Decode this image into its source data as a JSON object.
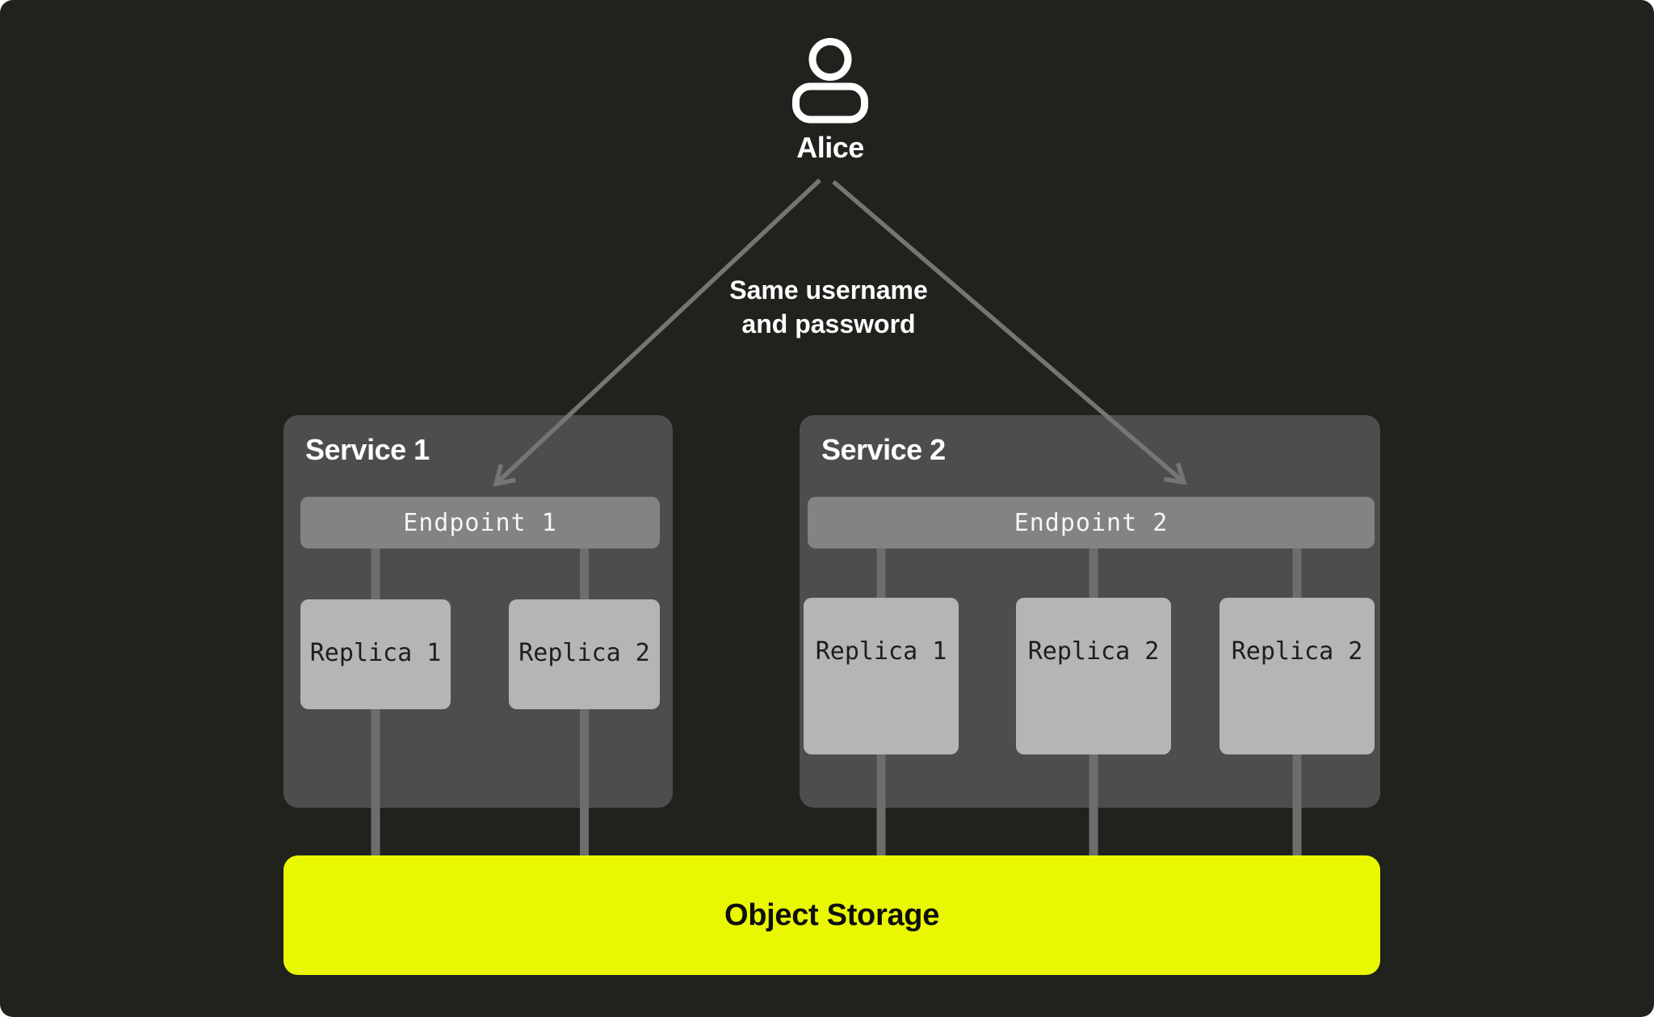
{
  "canvas": {
    "background": "#21211d"
  },
  "colors": {
    "background": "#21211d",
    "service-box": "#4d4d4d",
    "endpoint-bar": "#838383",
    "replica-box": "#b5b5b5",
    "accent-yellow": "#e9f702",
    "connector-gray": "#6d6d6d",
    "arrow-gray": "#757575",
    "text-light": "#ffffff",
    "text-dark": "#0f0f0f"
  },
  "user": {
    "label": "Alice",
    "icon": "user-icon"
  },
  "annotation": {
    "line1": "Same username",
    "line2": "and password"
  },
  "services": [
    {
      "name": "Service 1",
      "endpoint": "Endpoint 1",
      "replicas": [
        "Replica 1",
        "Replica 2"
      ]
    },
    {
      "name": "Service 2",
      "endpoint": "Endpoint 2",
      "replicas": [
        "Replica 1",
        "Replica 2",
        "Replica 2"
      ]
    }
  ],
  "storage": {
    "label": "Object Storage"
  }
}
